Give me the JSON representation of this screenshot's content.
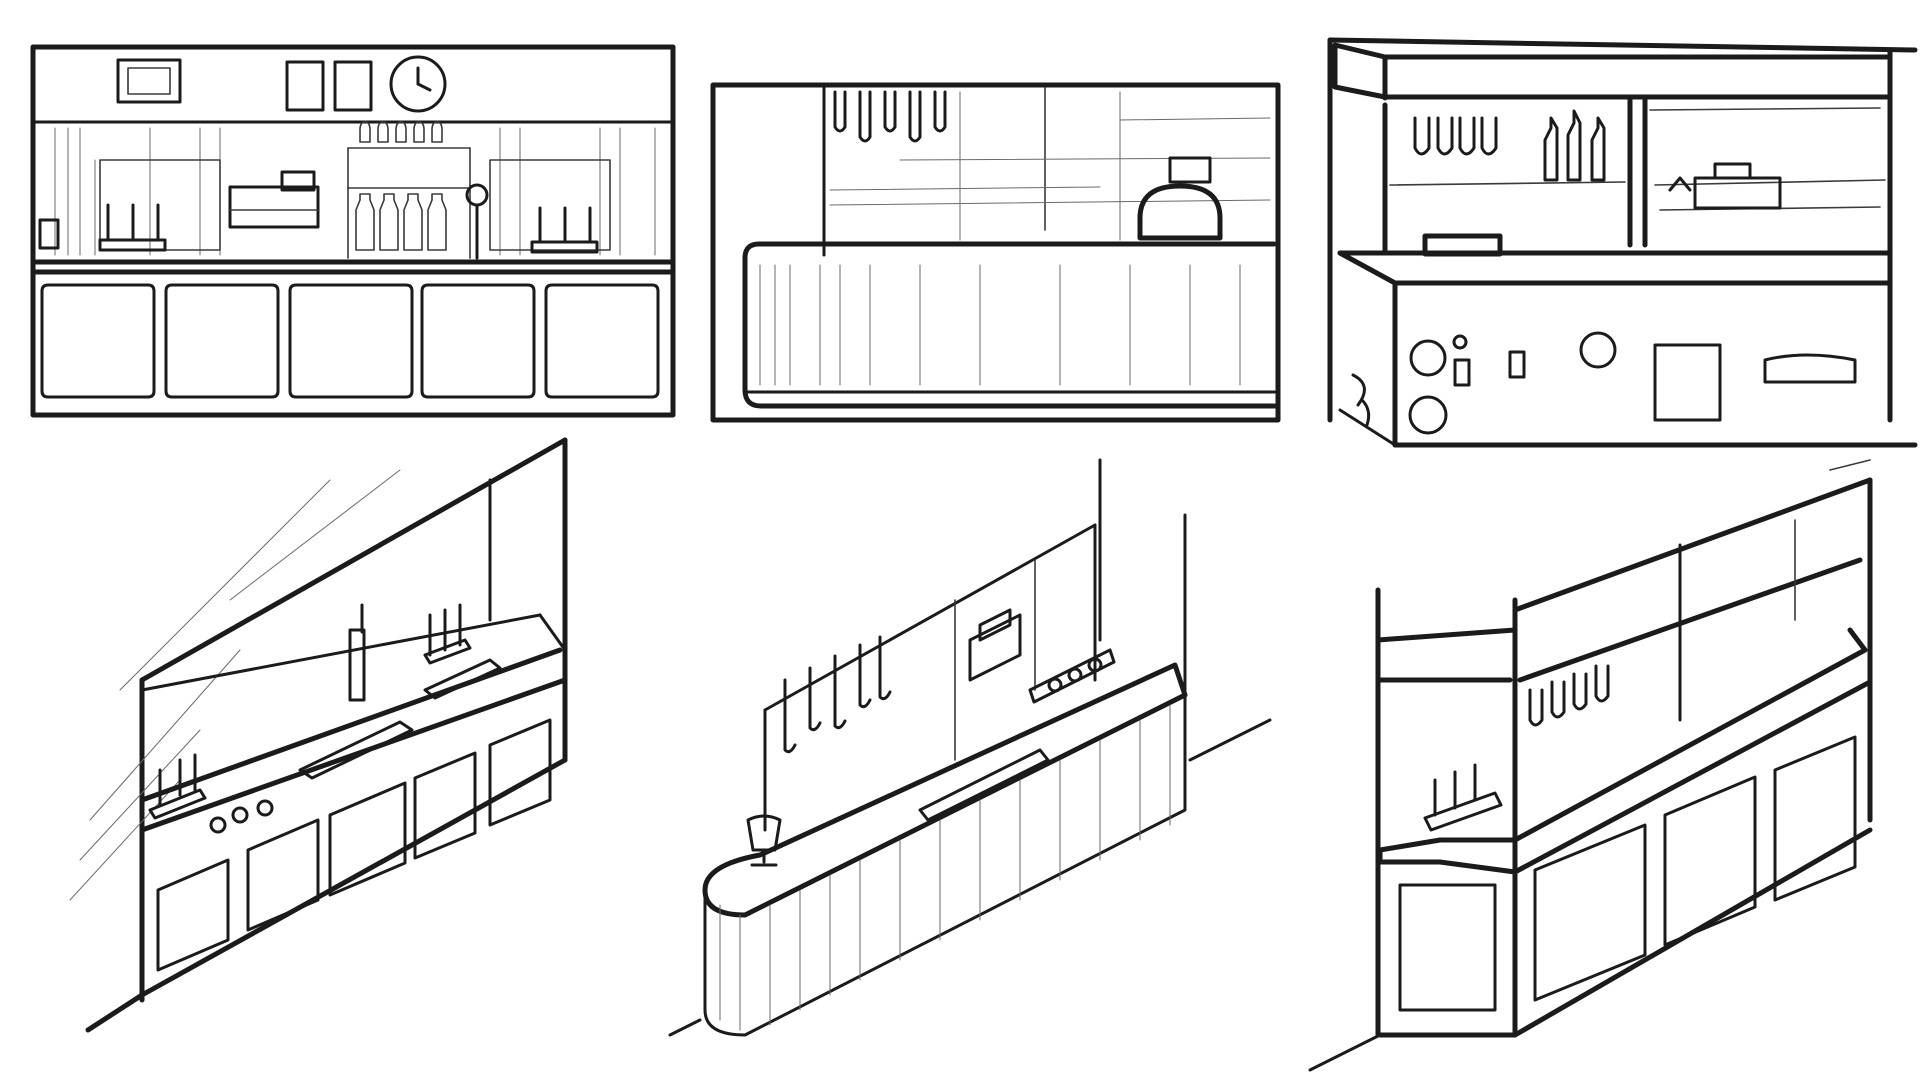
{
  "canvas": {
    "background": "#ffffff",
    "ink_color": "#1b1b1b"
  },
  "sketches": [
    {
      "name": "bar-front-paneled-cabinets"
    },
    {
      "name": "bar-front-fluted-counter"
    },
    {
      "name": "bar-front-back-bar-shelving"
    },
    {
      "name": "bar-perspective-paneled-cabinets"
    },
    {
      "name": "bar-perspective-fluted-curved"
    },
    {
      "name": "bar-perspective-corner-shelving"
    }
  ]
}
